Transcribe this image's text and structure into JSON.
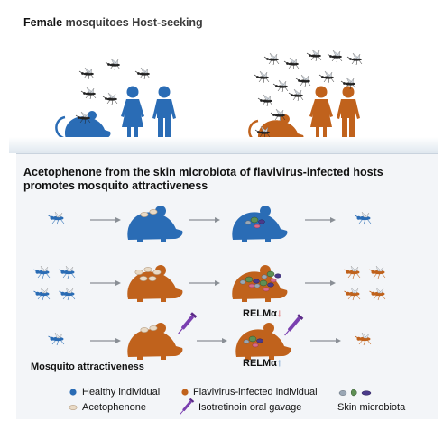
{
  "header": {
    "title_bold_prefix": "Female",
    "title_rest": "mosquitoes Host-seeking"
  },
  "panel": {
    "title_line1": "Acetophenone from the skin microbiota of flavivirus-infected hosts",
    "title_line2": "promotes mosquito attractiveness",
    "relm_label_1": "RELMα",
    "relm_label_2": "RELMα",
    "relm_arrow_1": "↓",
    "relm_arrow_2": "↑",
    "mosquito_attractiveness": "Mosquito attractiveness"
  },
  "legend": {
    "healthy": "Healthy individual",
    "infected": "Flavivirus-infected individual",
    "microbiota": "Skin microbiota",
    "acetophenone": "Acetophenone",
    "isotretinoin": "Isotretinoin oral gavage"
  },
  "colors": {
    "healthy": "#2a6cb5",
    "infected": "#c0621c",
    "arrow": "#8a8f96",
    "relm_down": "#d62020",
    "relm_up": "#2a6cb5"
  }
}
